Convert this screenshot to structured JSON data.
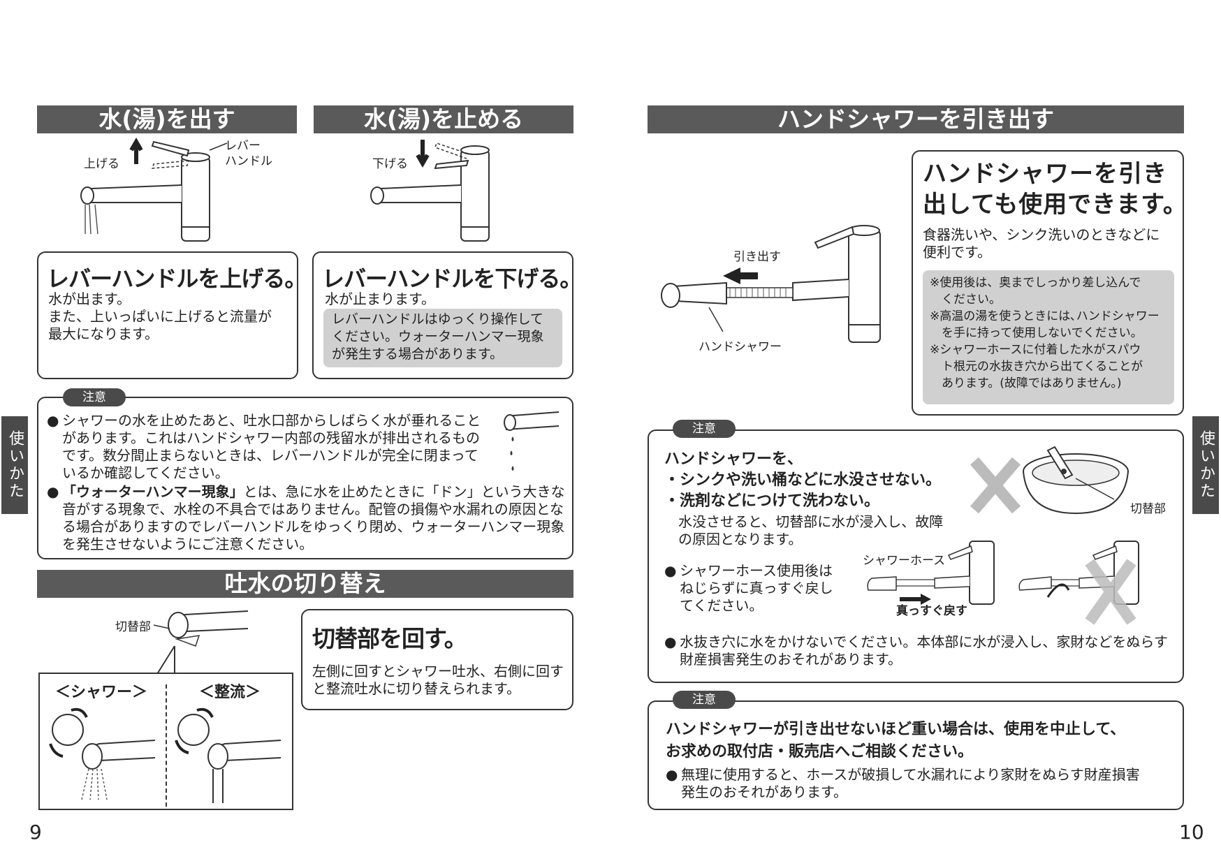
{
  "left": {
    "sec1": {
      "title": "水(湯)を出す",
      "label_up": "上げる",
      "label_lever": "レバー\nハンドル",
      "heading": "レバーハンドルを上げる。",
      "text": "水が出ます。\nまた、上いっぱいに上げると流量が\n最大になります。"
    },
    "sec2": {
      "title": "水(湯)を止める",
      "label_down": "下げる",
      "heading": "レバーハンドルを下げる。",
      "text": "水が止まります。",
      "note": "レバーハンドルはゆっくり操作して\nください。ウォーターハンマー現象\nが発生する場合があります。"
    },
    "caution": {
      "pill": "注意",
      "bullet": "●",
      "item1": "シャワーの水を止めたあと、吐水口部からしばらく水が垂れることがあります。これはハンドシャワー内部の残留水が排出されるものです。数分間止まらないときは、レバーハンドルが完全に閉まっているか確認してください。",
      "item2_bold": "「ウォーターハンマー現象」",
      "item2": "とは、急に水を止めたときに「ドン」という大きな音がする現象で、水栓の不具合ではありません。配管の損傷や水漏れの原因となる場合がありますのでレバーハンドルをゆっくり閉め、ウォーターハンマー現象を発生させないようにご注意ください。"
    },
    "sec3": {
      "title": "吐水の切り替え",
      "label_switch": "切替部",
      "shower": "＜シャワー＞",
      "straight": "＜整流＞",
      "heading": "切替部を回す。",
      "text": "左側に回すとシャワー吐水、右側に回すと整流吐水に切り替えられます。"
    },
    "side_tab": "使いかた",
    "page": "9"
  },
  "right": {
    "title": "ハンドシャワーを引き出す",
    "label_pull": "引き出す",
    "label_handshower": "ハンドシャワー",
    "info": {
      "heading": "ハンドシャワーを引き\n出しても使用できます。",
      "text": "食器洗いや、シンク洗いのときなどに\n便利です。",
      "notes": [
        "※使用後は、奥までしっかり差し込んで\n　ください。",
        "※高温の湯を使うときには､ハンドシャワー\n　を手に持って使用しないでください。",
        "※シャワーホースに付着した水がスパウ\n　ト根元の水抜き穴から出てくることが\n　あります。(故障ではありません。)"
      ]
    },
    "caution1": {
      "pill": "注意",
      "lead": "ハンドシャワーを、",
      "line1": "・シンクや洗い桶などに水没させない。",
      "line2": "・洗剤などにつけて洗わない。",
      "sub": "水没させると、切替部に水が浸入し、故障\nの原因となります。",
      "label_switch": "切替部",
      "bullet": "●",
      "hose_text": "シャワーホース使用後は\nねじらずに真っすぐ戻し\nてください。",
      "label_hose": "シャワーホース",
      "label_straight": "真っすぐ戻す",
      "drain_text": "水抜き穴に水をかけないでください。本体部に水が浸入し、家財などをぬらす財産損害発生のおそれがあります。"
    },
    "caution2": {
      "pill": "注意",
      "heading": "ハンドシャワーが引き出せないほど重い場合は、使用を中止して、\nお求めの取付店・販売店へご相談ください。",
      "bullet": "●",
      "text": "無理に使用すると、ホースが破損して水漏れにより家財をぬらす財産損害\n発生のおそれがあります。"
    },
    "side_tab": "使いかた",
    "page": "10"
  }
}
